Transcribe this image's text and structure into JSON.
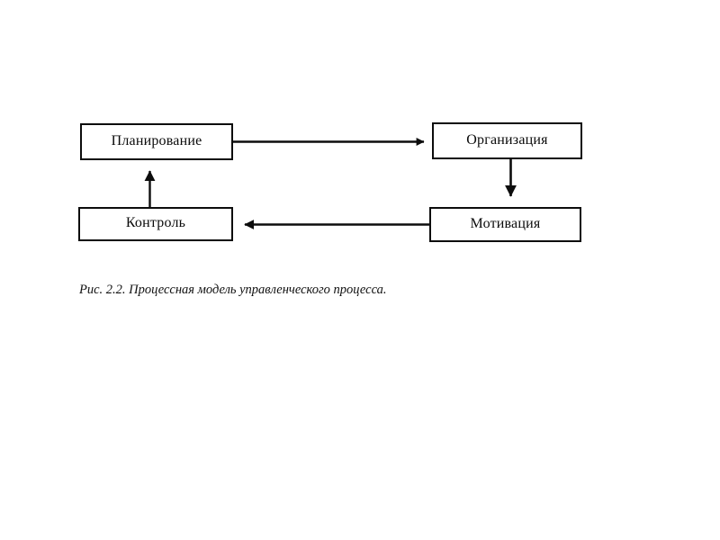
{
  "figure": {
    "caption": "Рис. 2.2. Процессная модель управленческого процесса.",
    "background_color": "#ffffff",
    "line_color": "#0d0d0d",
    "text_color": "#0a0a0a"
  },
  "diagram": {
    "type": "cycle-flow",
    "nodes": [
      {
        "id": "planning",
        "label": "Планирование"
      },
      {
        "id": "organization",
        "label": "Организация"
      },
      {
        "id": "motivation",
        "label": "Мотивация"
      },
      {
        "id": "control",
        "label": "Контроль"
      }
    ],
    "edges": [
      {
        "id": "planning-to-organization",
        "from": "planning",
        "to": "organization",
        "direction": "right"
      },
      {
        "id": "organization-to-motivation",
        "from": "organization",
        "to": "motivation",
        "direction": "down"
      },
      {
        "id": "motivation-to-control",
        "from": "motivation",
        "to": "control",
        "direction": "left"
      },
      {
        "id": "control-to-planning",
        "from": "control",
        "to": "planning",
        "direction": "up"
      }
    ]
  }
}
